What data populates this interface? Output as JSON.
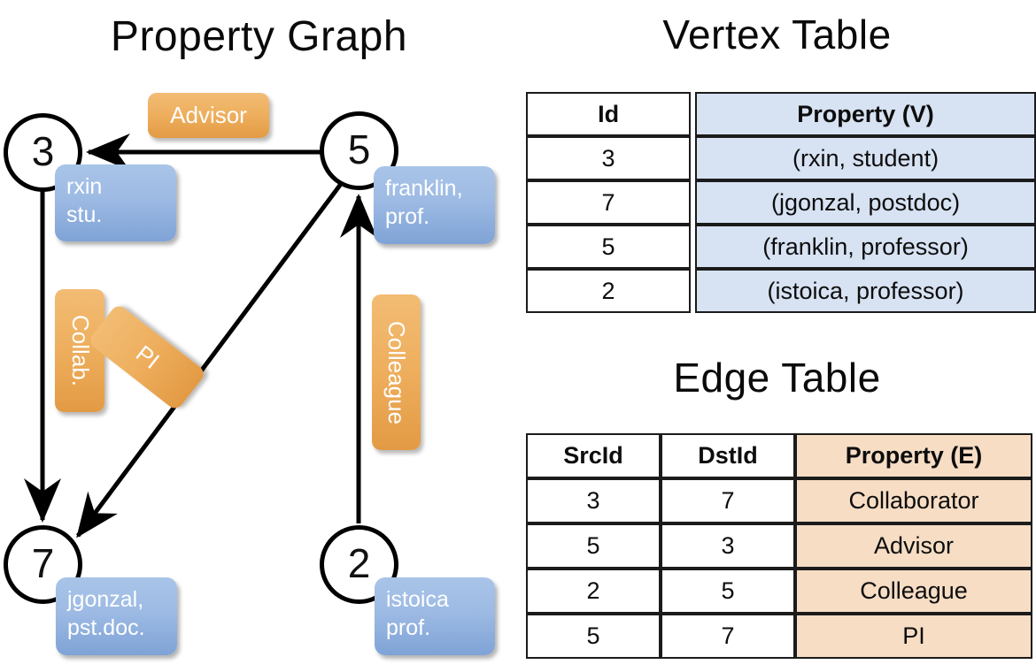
{
  "titles": {
    "property_graph": "Property Graph",
    "vertex_table": "Vertex Table",
    "edge_table": "Edge Table"
  },
  "graph": {
    "nodes": [
      {
        "id": "3",
        "name": "rxin",
        "role": "stu."
      },
      {
        "id": "5",
        "name": "franklin,",
        "role": "prof."
      },
      {
        "id": "7",
        "name": "jgonzal,",
        "role": "pst.doc."
      },
      {
        "id": "2",
        "name": "istoica",
        "role": "prof."
      }
    ],
    "edge_labels": [
      {
        "text": "Advisor",
        "orientation": "horizontal"
      },
      {
        "text": "Collab.",
        "orientation": "vertical"
      },
      {
        "text": "PI",
        "orientation": "diagonal"
      },
      {
        "text": "Colleague",
        "orientation": "vertical"
      }
    ]
  },
  "vertex_table": {
    "headers": [
      "Id",
      "Property (V)"
    ],
    "rows": [
      {
        "id": "3",
        "property": "(rxin, student)"
      },
      {
        "id": "7",
        "property": "(jgonzal, postdoc)"
      },
      {
        "id": "5",
        "property": "(franklin, professor)"
      },
      {
        "id": "2",
        "property": "(istoica, professor)"
      }
    ]
  },
  "edge_table": {
    "headers": [
      "SrcId",
      "DstId",
      "Property (E)"
    ],
    "rows": [
      {
        "src": "3",
        "dst": "7",
        "property": "Collaborator"
      },
      {
        "src": "5",
        "dst": "3",
        "property": "Advisor"
      },
      {
        "src": "2",
        "dst": "5",
        "property": "Colleague"
      },
      {
        "src": "5",
        "dst": "7",
        "property": "PI"
      }
    ]
  },
  "colors": {
    "vertex_box": "#9ebbe4",
    "edge_box": "#eeaf5e",
    "vertex_table_fill": "#d7e2f3",
    "edge_table_fill": "#f6ddc4",
    "stroke": "#000000",
    "background": "#ffffff"
  }
}
